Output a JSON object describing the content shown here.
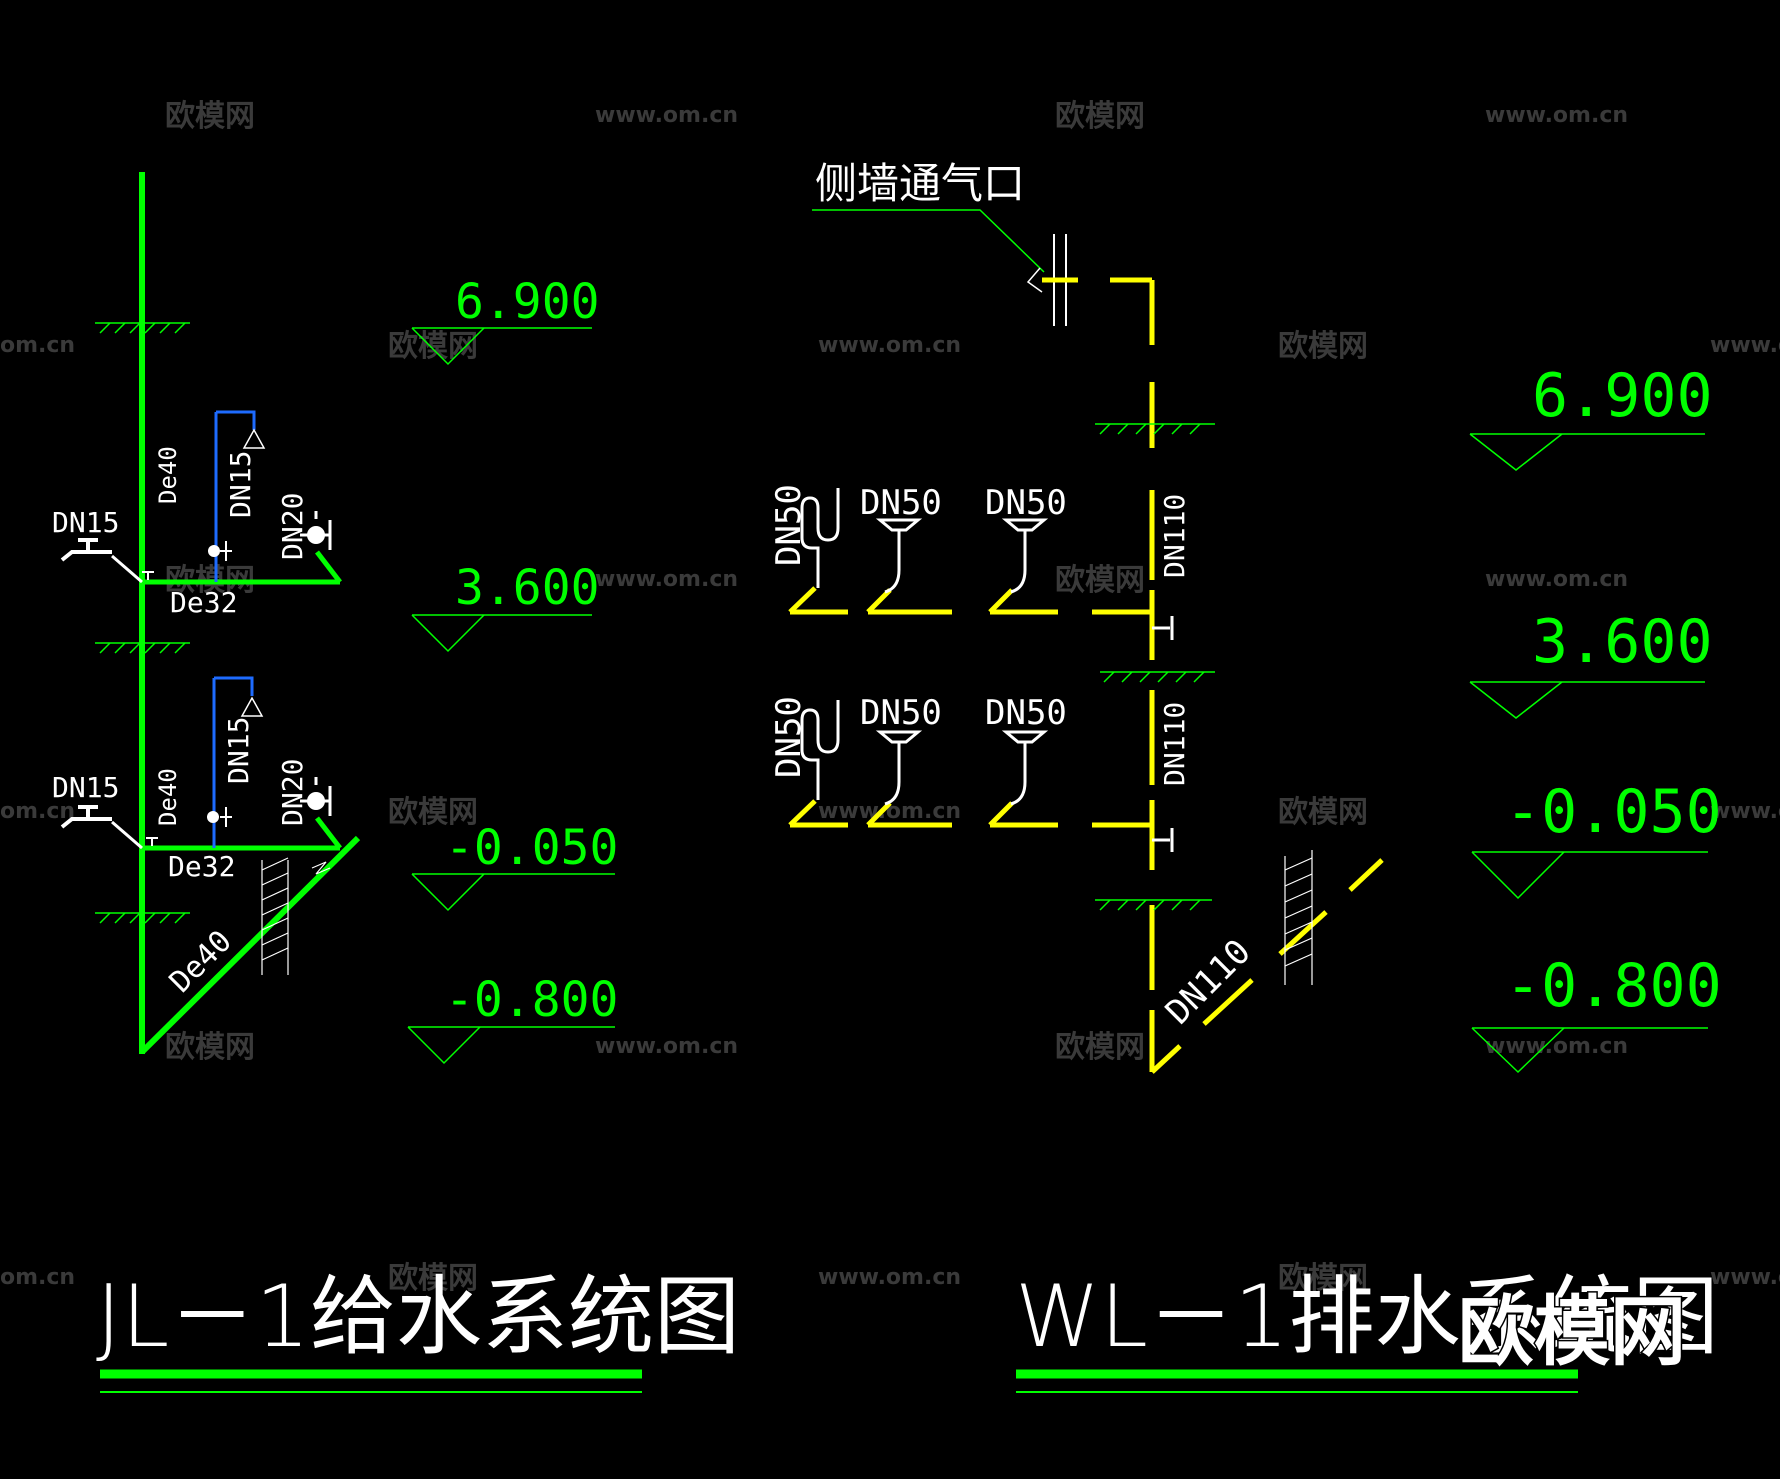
{
  "colors": {
    "background": "#000000",
    "supply_pipe": "#00ff00",
    "branch_pipe": "#1e6bff",
    "drain_pipe": "#ffff00",
    "annotation": "#00ff00",
    "text": "#ffffff",
    "watermark": "#3a3a3a"
  },
  "watermark": {
    "logo_text": "欧模网",
    "url_text": "www.om.cn",
    "url_partial": "om.cn",
    "url_partial_left": "www.o"
  },
  "logo": {
    "text": "欧模网"
  },
  "supply_system": {
    "title": "JL－1给水系统图",
    "riser_size": "De40",
    "branch_size": "De32",
    "bottom_size": "De40",
    "tap_size": "DN15",
    "branch_riser_size": "DN15",
    "valve_size": "DN20",
    "elevations": [
      "6.900",
      "3.600",
      "-0.050",
      "-0.800"
    ]
  },
  "drain_system": {
    "title": "WL－1排水系统图",
    "vent_label": "侧墙通气口",
    "stack_size": "DN110",
    "fixture_size": "DN50",
    "outlet_size": "DN110",
    "elevations": [
      "6.900",
      "3.600",
      "-0.050",
      "-0.800"
    ]
  }
}
